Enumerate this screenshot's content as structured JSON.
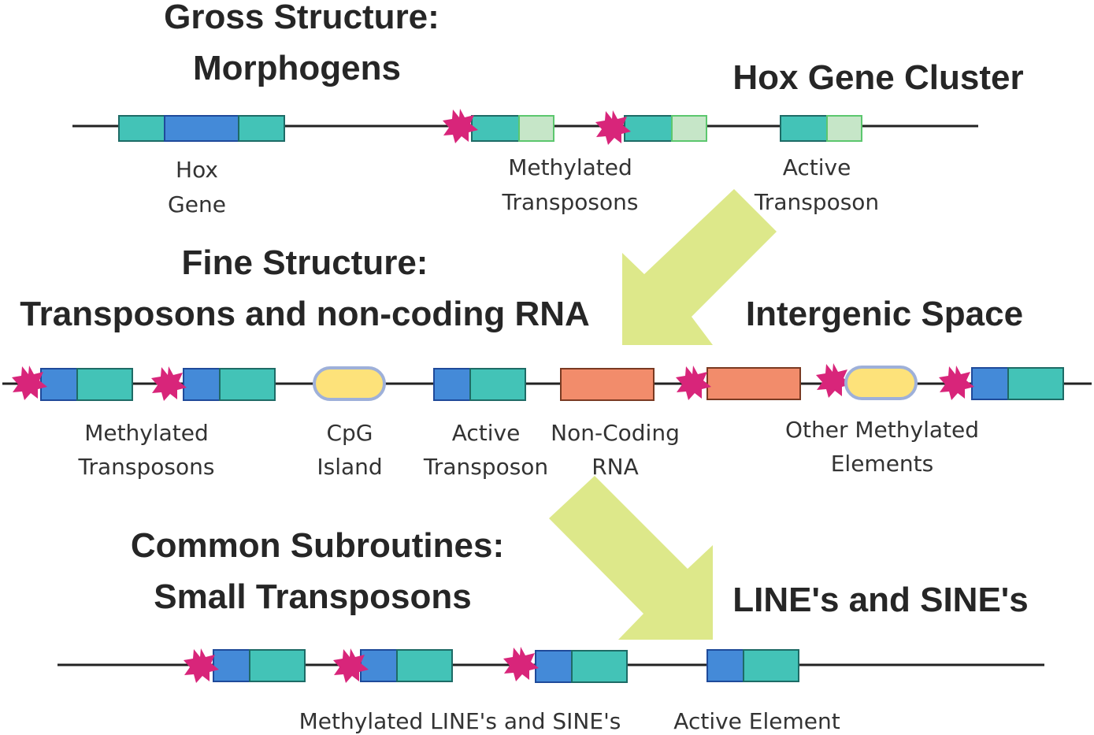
{
  "colors": {
    "teal": "#43c3b7",
    "blue": "#448ad8",
    "dark_blue": "#1f4a9a",
    "light_green": "#c6e6c8",
    "green_outline": "#5cc76e",
    "yellow": "#fde27a",
    "pill_outline": "#9eb0d9",
    "salmon": "#f28c6b",
    "star": "#d8257a",
    "arrow": "#dde88a",
    "line": "#222222",
    "text": "#262626"
  },
  "sections": {
    "gross": {
      "title_line1": "Gross Structure:",
      "title_line2": "Morphogens",
      "right_title": "Hox Gene Cluster",
      "labels": {
        "hox_gene_1": "Hox",
        "hox_gene_2": "Gene",
        "methylated_1": "Methylated",
        "methylated_2": "Transposons",
        "active_1": "Active",
        "active_2": "Transposon"
      }
    },
    "fine": {
      "title_line1": "Fine Structure:",
      "title_line2": "Transposons and non-coding RNA",
      "right_title": "Intergenic Space",
      "labels": {
        "methylated_1": "Methylated",
        "methylated_2": "Transposons",
        "cpg_1": "CpG",
        "cpg_2": "Island",
        "active_1": "Active",
        "active_2": "Transposon",
        "ncrna_1": "Non-Coding",
        "ncrna_2": "RNA",
        "other_1": "Other Methylated",
        "other_2": "Elements"
      }
    },
    "common": {
      "title_line1": "Common Subroutines:",
      "title_line2": "Small Transposons",
      "right_title": "LINE's and SINE's",
      "labels": {
        "methylated": "Methylated LINE's and SINE's",
        "active": "Active Element"
      }
    }
  },
  "icons": [
    "methylation-star-icon",
    "arrow-down-left-icon",
    "arrow-down-right-icon"
  ]
}
